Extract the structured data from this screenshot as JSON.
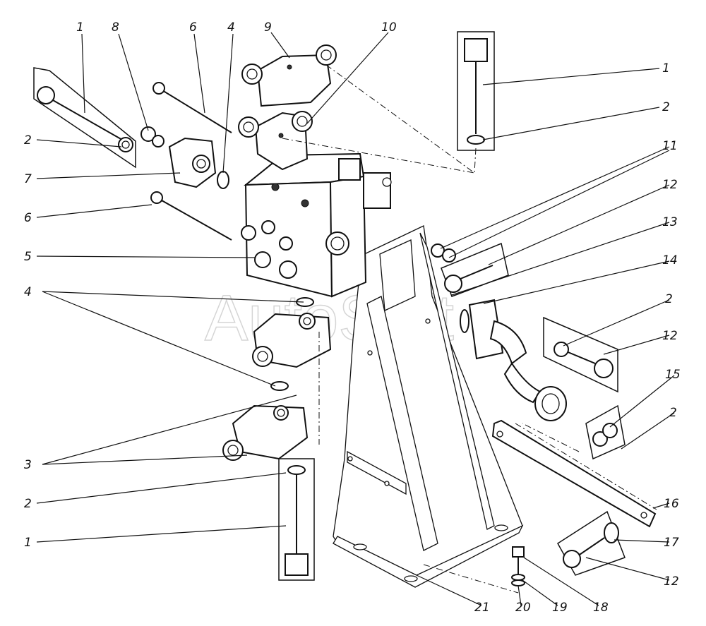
{
  "watermark": "AutoSoft",
  "callouts": [
    {
      "id": "c1-top-left",
      "text": "1"
    },
    {
      "id": "c8",
      "text": "8"
    },
    {
      "id": "c6-top",
      "text": "6"
    },
    {
      "id": "c4-top",
      "text": "4"
    },
    {
      "id": "c9",
      "text": "9"
    },
    {
      "id": "c10",
      "text": "10"
    },
    {
      "id": "c1-right",
      "text": "1"
    },
    {
      "id": "c2-right-top",
      "text": "2"
    },
    {
      "id": "c11",
      "text": "11"
    },
    {
      "id": "c12-a",
      "text": "12"
    },
    {
      "id": "c13",
      "text": "13"
    },
    {
      "id": "c14",
      "text": "14"
    },
    {
      "id": "c2-right-mid",
      "text": "2"
    },
    {
      "id": "c12-b",
      "text": "12"
    },
    {
      "id": "c15",
      "text": "15"
    },
    {
      "id": "c2-right-low",
      "text": "2"
    },
    {
      "id": "c16",
      "text": "16"
    },
    {
      "id": "c17",
      "text": "17"
    },
    {
      "id": "c12-c",
      "text": "12"
    },
    {
      "id": "c18",
      "text": "18"
    },
    {
      "id": "c19",
      "text": "19"
    },
    {
      "id": "c20",
      "text": "20"
    },
    {
      "id": "c21",
      "text": "21"
    },
    {
      "id": "c2-left-top",
      "text": "2"
    },
    {
      "id": "c7",
      "text": "7"
    },
    {
      "id": "c6-left",
      "text": "6"
    },
    {
      "id": "c5",
      "text": "5"
    },
    {
      "id": "c4-left",
      "text": "4"
    },
    {
      "id": "c3",
      "text": "3"
    },
    {
      "id": "c2-left-low",
      "text": "2"
    },
    {
      "id": "c1-left-low",
      "text": "1"
    }
  ]
}
